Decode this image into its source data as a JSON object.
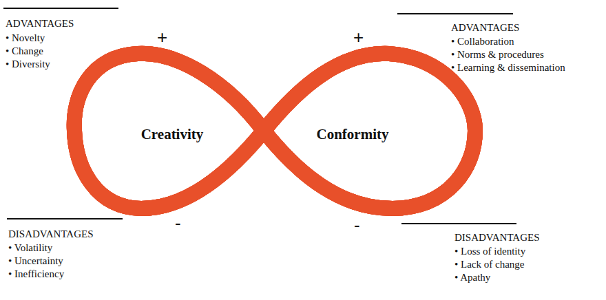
{
  "diagram": {
    "nodes": [
      {
        "text": [
          "Creativity"
        ]
      },
      {
        "text": [
          "Conformity"
        ]
      }
    ],
    "labels": [
      "ADVANTAGES",
      "• Novelty",
      "• Change",
      "• Diversity",
      "+",
      "+",
      "ADVANTAGES",
      "• Collaboration",
      "• Norms & procedures",
      "• Learning & dissemination",
      "DISADVANTAGES",
      "• Volatility",
      "• Uncertainty",
      "• Inefficiency",
      "-",
      "-",
      "DISADVANTAGES",
      "• Loss of identity",
      "• Lack of change",
      "• Apathy"
    ]
  }
}
